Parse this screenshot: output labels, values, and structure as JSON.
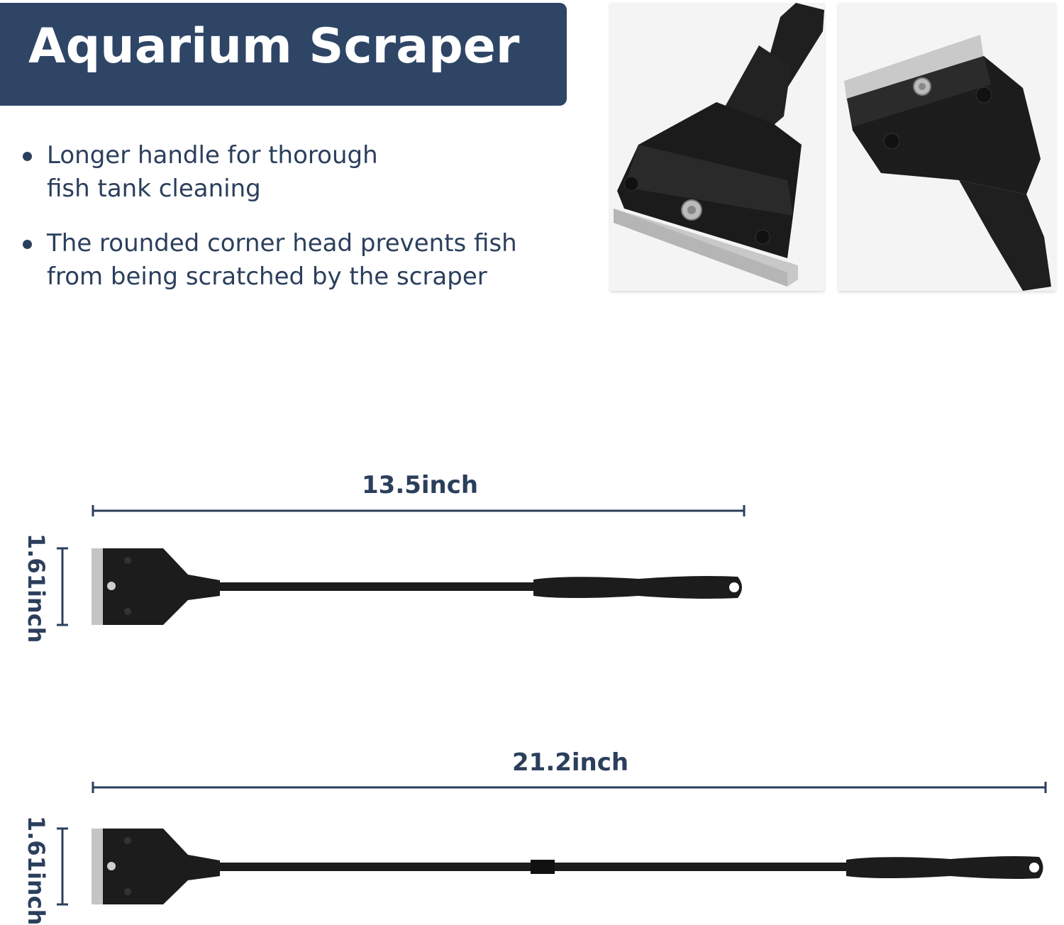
{
  "title": "Aquarium Scraper",
  "bullets": [
    {
      "line1": "Longer handle for thorough",
      "line2": "fish tank cleaning"
    },
    {
      "line1": "The rounded corner head prevents fish",
      "line2": "from being scratched by the scraper"
    }
  ],
  "short_scraper": {
    "length_label": "13.5inch",
    "height_label": "1.61inch"
  },
  "long_scraper": {
    "length_label": "21.2inch",
    "height_label": "1.61inch"
  },
  "colors": {
    "navy": "#2e4566",
    "text": "#2b3f5c",
    "tool": "#1c1c1c",
    "blade": "#c9c9c9"
  }
}
